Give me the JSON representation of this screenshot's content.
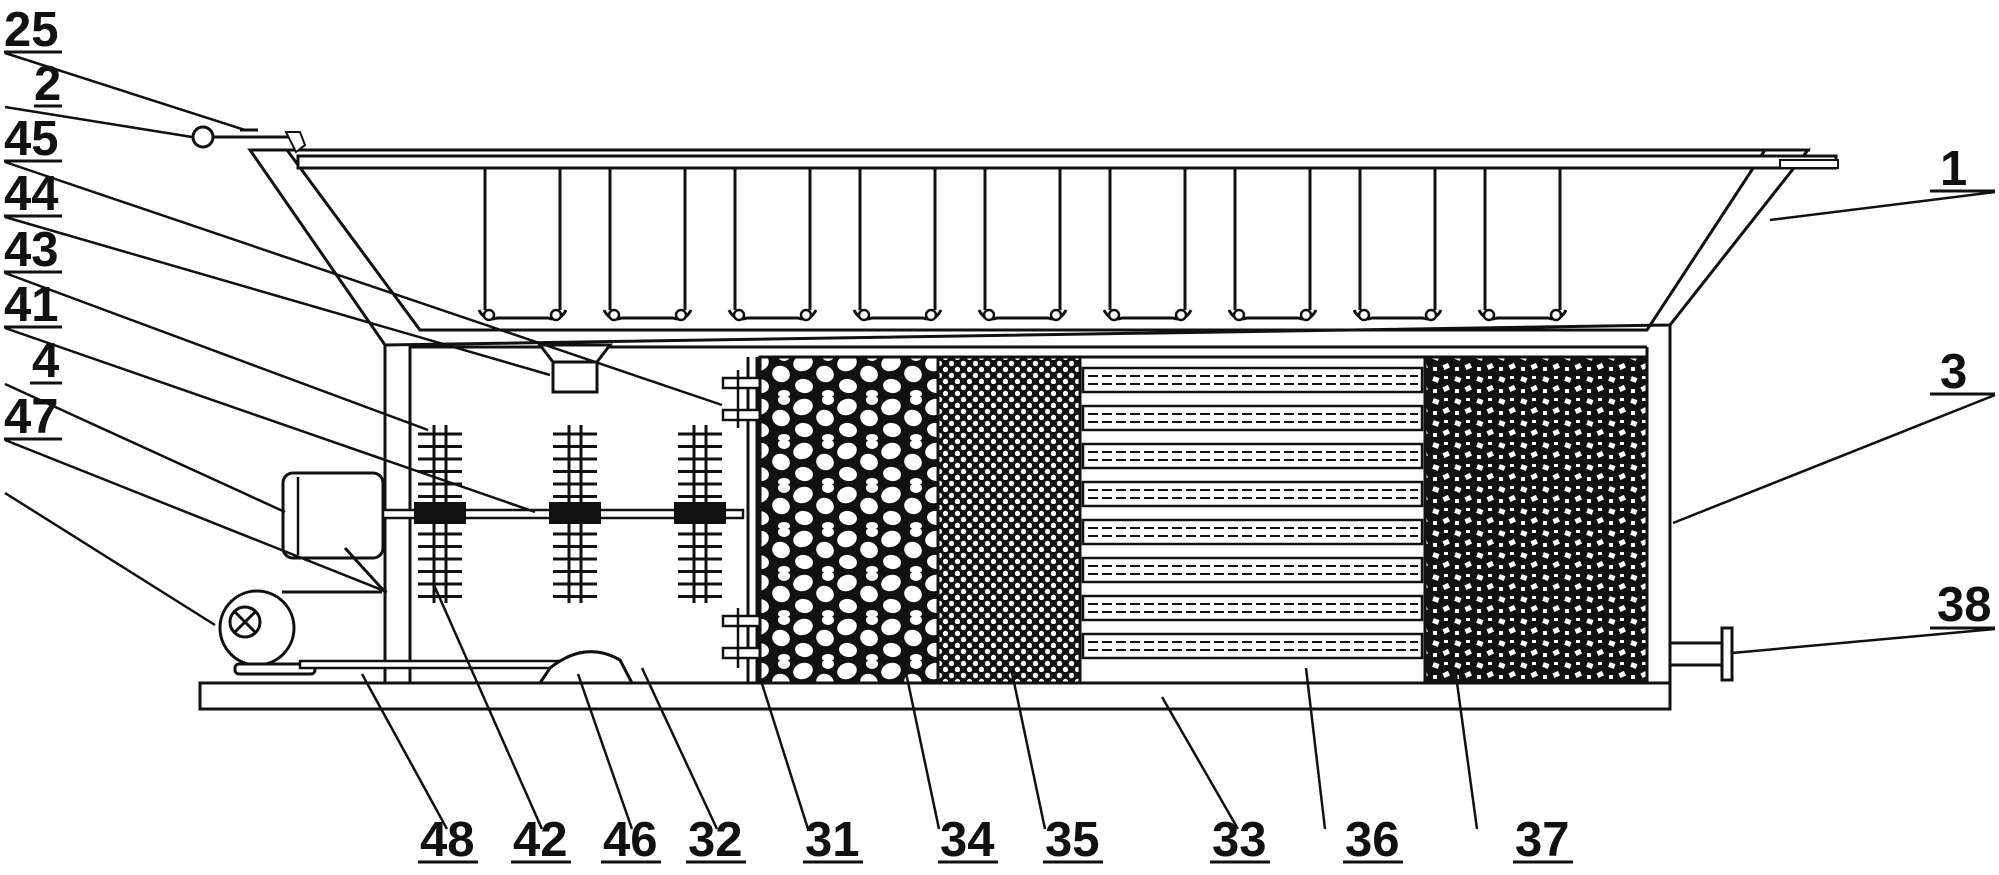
{
  "labels": {
    "l25": "25",
    "l2": "2",
    "l45": "45",
    "l44": "44",
    "l43": "43",
    "l41": "41",
    "l4": "4",
    "l47": "47",
    "l1": "1",
    "l3": "3",
    "l38": "38",
    "l48": "48",
    "l42": "42",
    "l46": "46",
    "l32": "32",
    "l31": "31",
    "l34": "34",
    "l35": "35",
    "l33": "33",
    "l36": "36",
    "l37": "37"
  }
}
